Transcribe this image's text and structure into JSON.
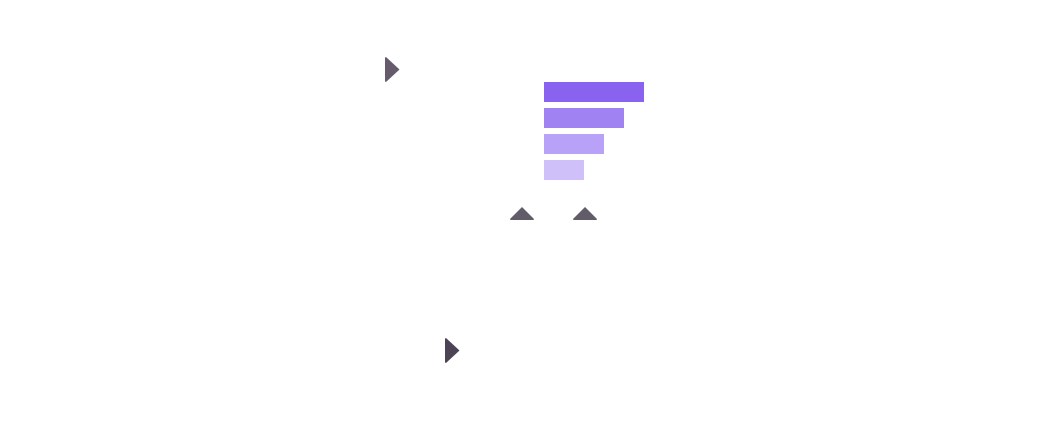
{
  "colors": {
    "background": "#ffffff",
    "arrow_top": "#655b6d",
    "arrow_bottom": "#4c4455",
    "arrow_up": "#625c69"
  },
  "icons": {
    "top_arrow": "caret-right-icon",
    "bottom_arrow": "caret-right-icon",
    "up_left": "caret-up-icon",
    "up_right": "caret-up-icon"
  },
  "bars": [
    {
      "name": "bar-1",
      "value": 100,
      "color": "#8962f0"
    },
    {
      "name": "bar-2",
      "value": 80,
      "color": "#a182f3"
    },
    {
      "name": "bar-3",
      "value": 60,
      "color": "#b8a2f7"
    },
    {
      "name": "bar-4",
      "value": 40,
      "color": "#cfc0f9"
    }
  ]
}
